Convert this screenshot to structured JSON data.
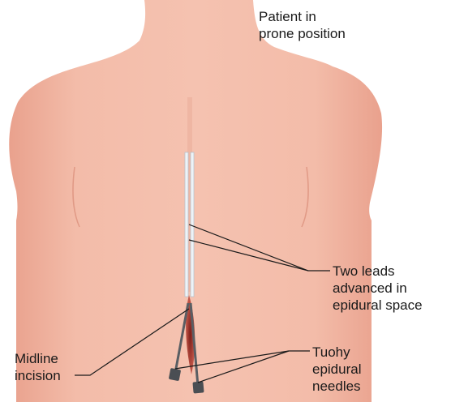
{
  "labels": {
    "patient_position": [
      "Patient in",
      "prone position"
    ],
    "two_leads": [
      "Two leads",
      "advanced in",
      "epidural space"
    ],
    "midline_incision": [
      "Midline",
      "incision"
    ],
    "tuohy_needles": [
      "Tuohy",
      "epidural",
      "needles"
    ]
  },
  "colors": {
    "skin": "#f1b4a2",
    "skin_shadow": "#e39884",
    "incision": "#a8342c",
    "lead": "#e8eef3",
    "needle": "#5a5e63",
    "leader_line": "#1a1a1a"
  }
}
